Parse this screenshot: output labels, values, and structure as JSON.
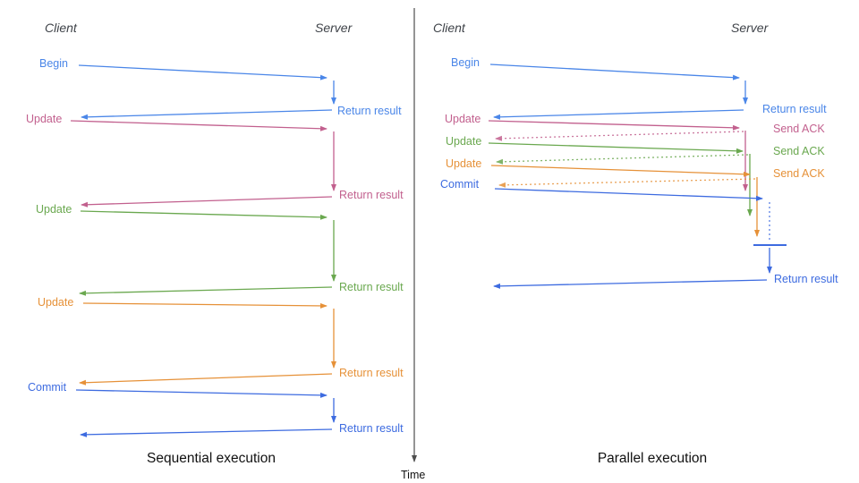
{
  "colors": {
    "blue": "#4a86e8",
    "blue2": "#3d6be0",
    "pink": "#c2608e",
    "green": "#6aa84f",
    "orange": "#e69138",
    "axis": "#4d4d4d",
    "heading": "#3f4349",
    "text": "#111111"
  },
  "time_axis": {
    "label": "Time"
  },
  "left": {
    "client_header": "Client",
    "server_header": "Server",
    "begin": "Begin",
    "return1": "Return result",
    "update1": "Update",
    "return2": "Return result",
    "update2": "Update",
    "return3": "Return result",
    "update3": "Update",
    "return4": "Return result",
    "commit": "Commit",
    "return5": "Return result",
    "caption": "Sequential execution"
  },
  "right": {
    "client_header": "Client",
    "server_header": "Server",
    "begin": "Begin",
    "return1": "Return result",
    "update1": "Update",
    "ack1": "Send ACK",
    "update2": "Update",
    "ack2": "Send ACK",
    "update3": "Update",
    "ack3": "Send ACK",
    "commit": "Commit",
    "return_final": "Return result",
    "caption": "Parallel execution"
  }
}
